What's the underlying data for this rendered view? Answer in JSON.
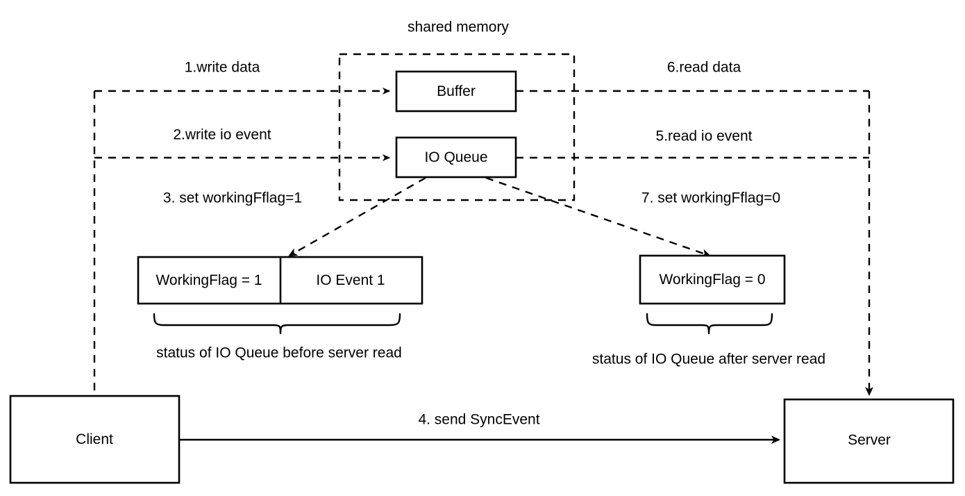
{
  "diagram": {
    "title": "shared memory",
    "nodes": {
      "buffer": "Buffer",
      "io_queue": "IO Queue",
      "client": "Client",
      "server": "Server",
      "working_flag_1": "WorkingFlag = 1",
      "io_event_1": "IO Event 1",
      "working_flag_0": "WorkingFlag = 0"
    },
    "edge_labels": {
      "step1": "1.write data",
      "step2": "2.write io event",
      "step3": "3. set workingFflag=1",
      "step4": "4. send SyncEvent",
      "step5": "5.read io event",
      "step6": "6.read data",
      "step7": "7. set workingFflag=0"
    },
    "annotations": {
      "brace_left": "status of IO Queue before server read",
      "brace_right": "status of IO Queue after server read"
    },
    "colors": {
      "stroke": "#000000",
      "background": "#ffffff",
      "text": "#000000"
    }
  }
}
